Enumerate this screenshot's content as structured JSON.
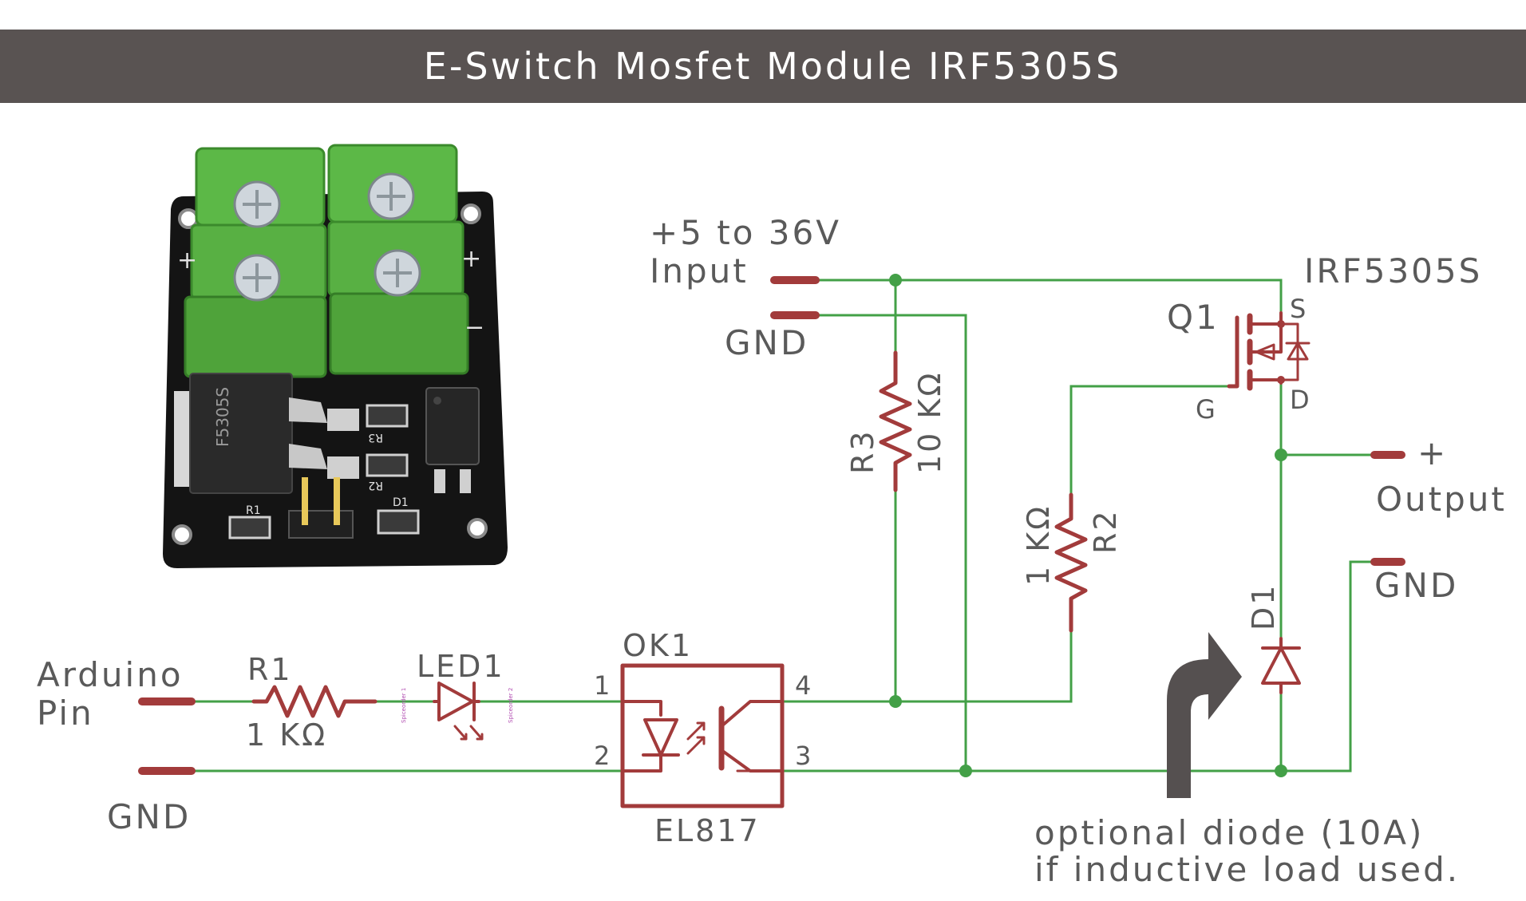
{
  "title": "E-Switch Mosfet Module IRF5305S",
  "colors": {
    "banner": "#595352",
    "wire": "#43a047",
    "component": "#a23b3b",
    "label": "#5a5a5a",
    "arrow": "#555050"
  },
  "labels": {
    "input_voltage": "+5 to 36V",
    "input_word": "Input",
    "gnd_input": "GND",
    "arduino_line1": "Arduino",
    "arduino_line2": "Pin",
    "gnd_arduino": "GND",
    "output_plus": "+",
    "output_word": "Output",
    "gnd_output": "GND",
    "note_line1": "optional diode (10A)",
    "note_line2": "if inductive load used."
  },
  "components": {
    "r1": {
      "name": "R1",
      "value": "1 KΩ"
    },
    "led1": {
      "name": "LED1"
    },
    "ok1": {
      "name": "OK1",
      "part": "EL817",
      "pins": [
        "1",
        "2",
        "3",
        "4"
      ]
    },
    "r3": {
      "name": "R3",
      "value": "10 KΩ"
    },
    "r2": {
      "name": "R2",
      "value": "1 KΩ"
    },
    "q1": {
      "name": "Q1",
      "part": "IRF5305S",
      "pin_s": "S",
      "pin_d": "D",
      "pin_g": "G"
    },
    "d1": {
      "name": "D1"
    }
  },
  "board_photo": {
    "plus_left": "+",
    "plus_right": "+",
    "minus_right": "−",
    "silk_r1": "R1",
    "silk_r2": "R2",
    "silk_r3": "R3",
    "silk_d1": "D1",
    "chip_text": "F5305S"
  }
}
